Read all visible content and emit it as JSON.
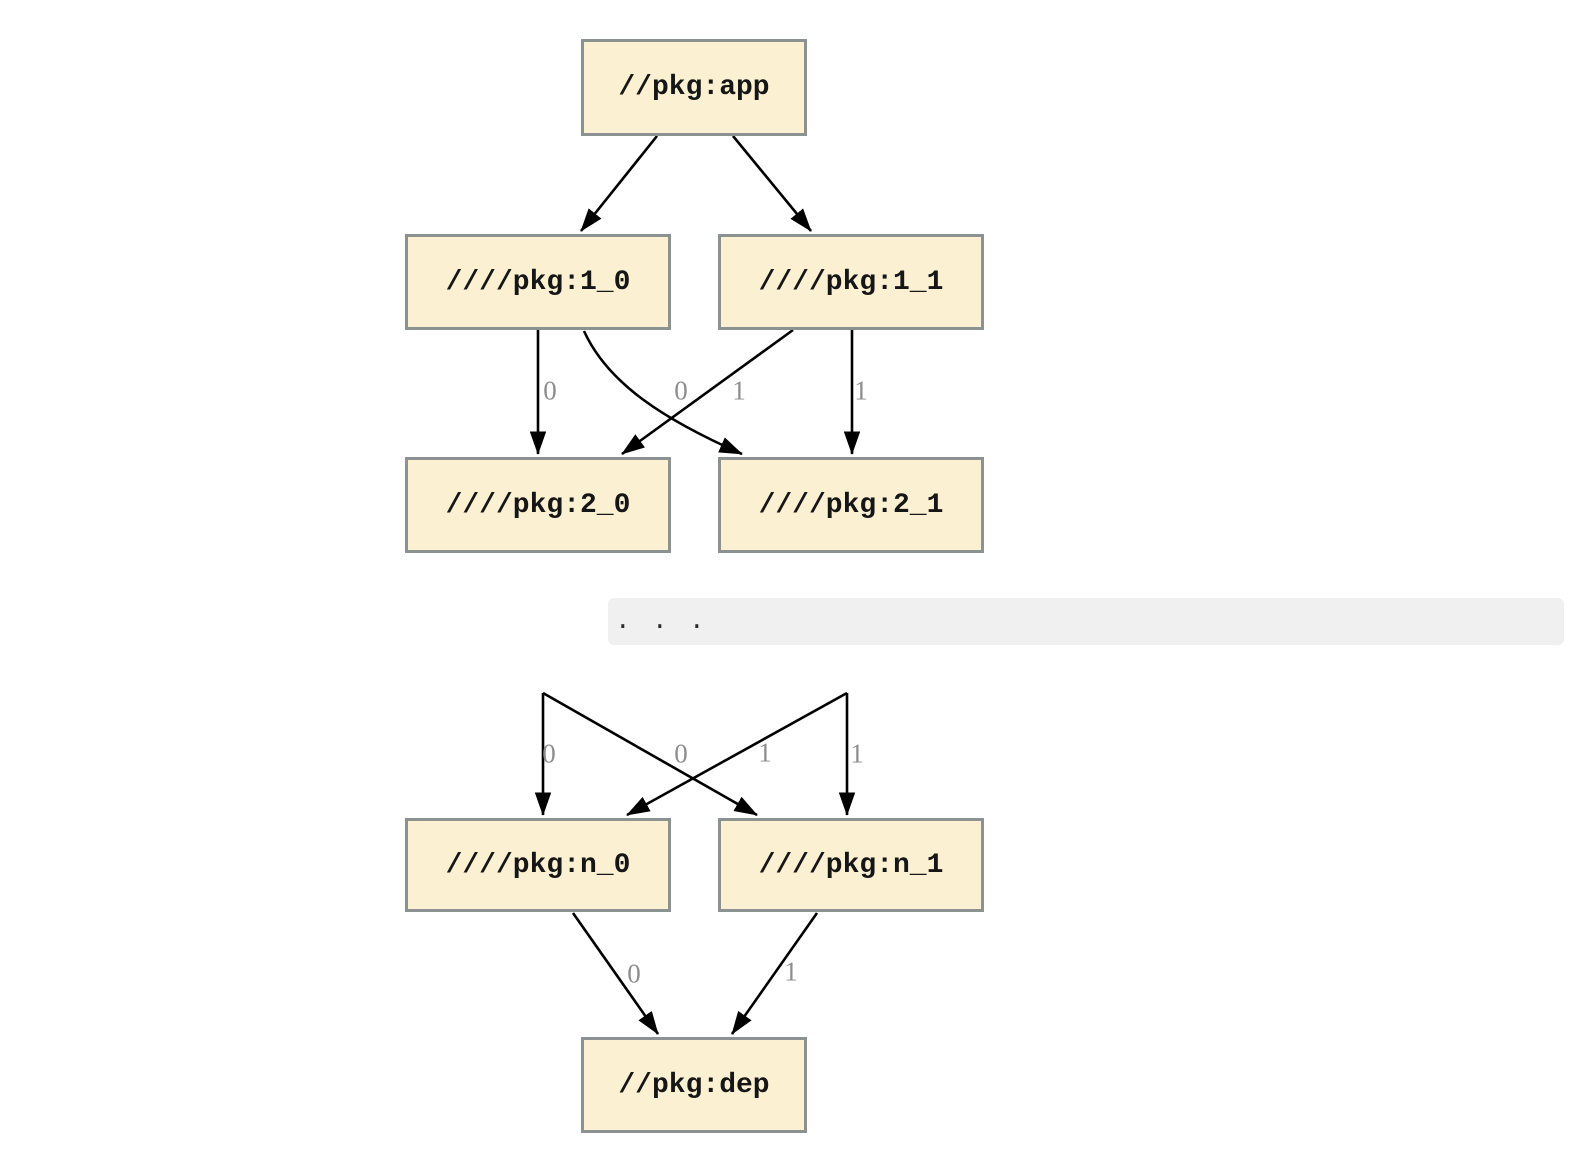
{
  "colors": {
    "page_background": "#ffffff",
    "node_fill": "#fbf1d2",
    "node_border": "#8c9191",
    "node_text": "#161616",
    "edge": "#000000",
    "edge_label": "#8d8d8d",
    "ellipsis_background": "#f0f0f0",
    "ellipsis_text": "#2b2b2b"
  },
  "graph": {
    "nodes": {
      "app": "//pkg:app",
      "n1_0": "////pkg:1_0",
      "n1_1": "////pkg:1_1",
      "n2_0": "////pkg:2_0",
      "n2_1": "////pkg:2_1",
      "nn_0": "////pkg:n_0",
      "nn_1": "////pkg:n_1",
      "dep": "//pkg:dep"
    },
    "edge_labels": {
      "e1_0_2_0": "0",
      "e1_1_2_0": "0",
      "e1_0_2_1": "1",
      "e1_1_2_1": "1",
      "es0_n_0": "0",
      "es1_n_0": "0",
      "es0_n_1": "1",
      "es1_n_1": "1",
      "en_0_dep": "0",
      "en_1_dep": "1"
    },
    "ellipsis": ". . ."
  }
}
